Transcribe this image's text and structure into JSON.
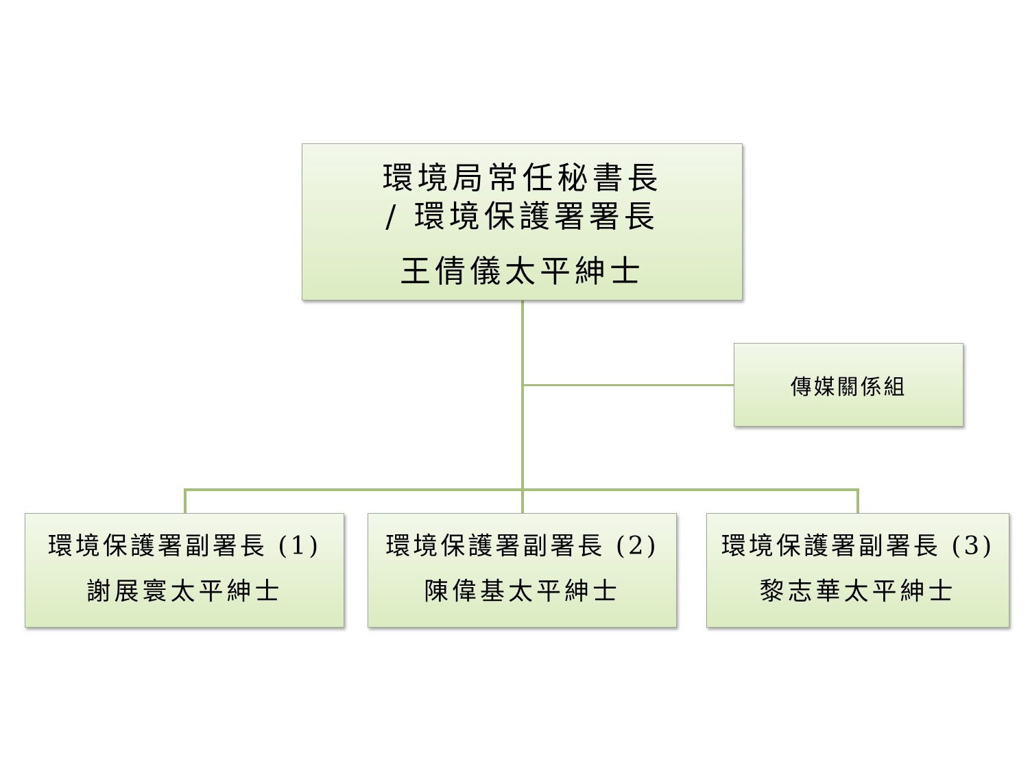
{
  "org_chart": {
    "head": {
      "title_line1": "環境局常任秘書長",
      "title_line2": "/ 環境保護署署長",
      "name": "王倩儀太平紳士"
    },
    "media_unit": {
      "label": "傳媒關係組"
    },
    "deputies": [
      {
        "title": "環境保護署副署長 (1)",
        "name": "謝展寰太平紳士"
      },
      {
        "title": "環境保護署副署長 (2)",
        "name": "陳偉基太平紳士"
      },
      {
        "title": "環境保護署副署長 (3)",
        "name": "黎志華太平紳士"
      }
    ]
  },
  "colors": {
    "connector": "#a6bf78",
    "box_top": "#f3f8ea",
    "box_bottom": "#dcebc0",
    "box_border": "#9fa89a"
  }
}
